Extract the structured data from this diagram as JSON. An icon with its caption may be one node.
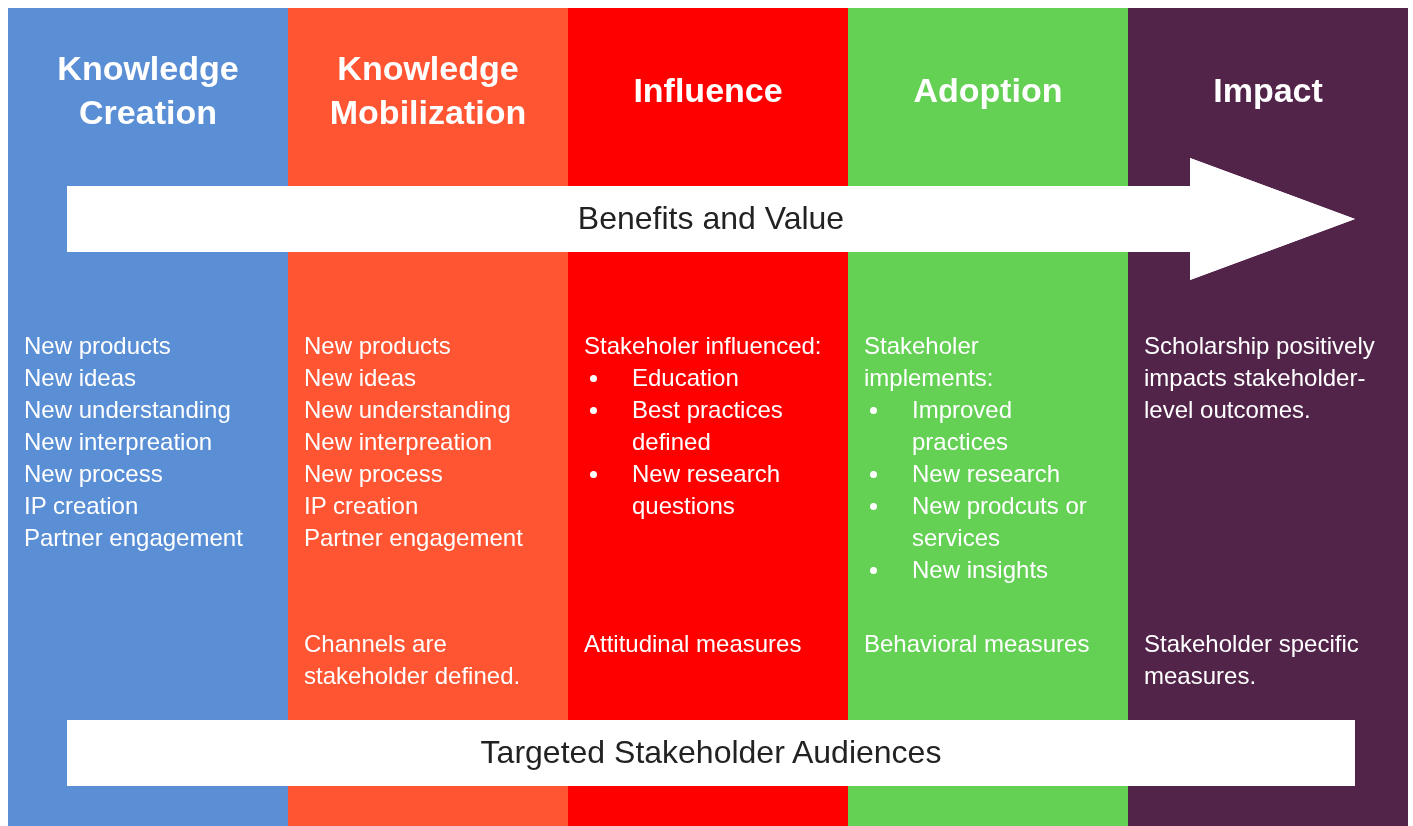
{
  "diagram": {
    "nodes": [
      {
        "text": [
          "Knowledge Creation",
          "New products",
          "New ideas",
          "New understanding",
          "New interpreation",
          "New process",
          "IP creation",
          "Partner engagement"
        ]
      },
      {
        "text": [
          "Knowledge Mobilization",
          "New products",
          "New ideas",
          "New understanding",
          "New interpreation",
          "New process",
          "IP creation",
          "Partner engagement",
          "Channels are stakeholder defined."
        ]
      },
      {
        "text": [
          "Influence",
          "Stakeholer influenced:",
          "Education",
          "Best practices defined",
          "New research questions",
          "Attitudinal measures"
        ]
      },
      {
        "text": [
          "Adoption",
          "Stakeholer implements:",
          "Improved practices",
          "New research",
          "New prodcuts or services",
          "New insights",
          "Behavioral measures"
        ]
      },
      {
        "text": [
          "Impact",
          "Scholarship positively impacts stakeholder-level outcomes.",
          "Stakeholder specific measures."
        ]
      },
      {
        "text": [
          "Benefits and Value"
        ]
      },
      {
        "text": [
          "Targeted Stakeholder Audiences"
        ]
      }
    ],
    "edges": []
  }
}
